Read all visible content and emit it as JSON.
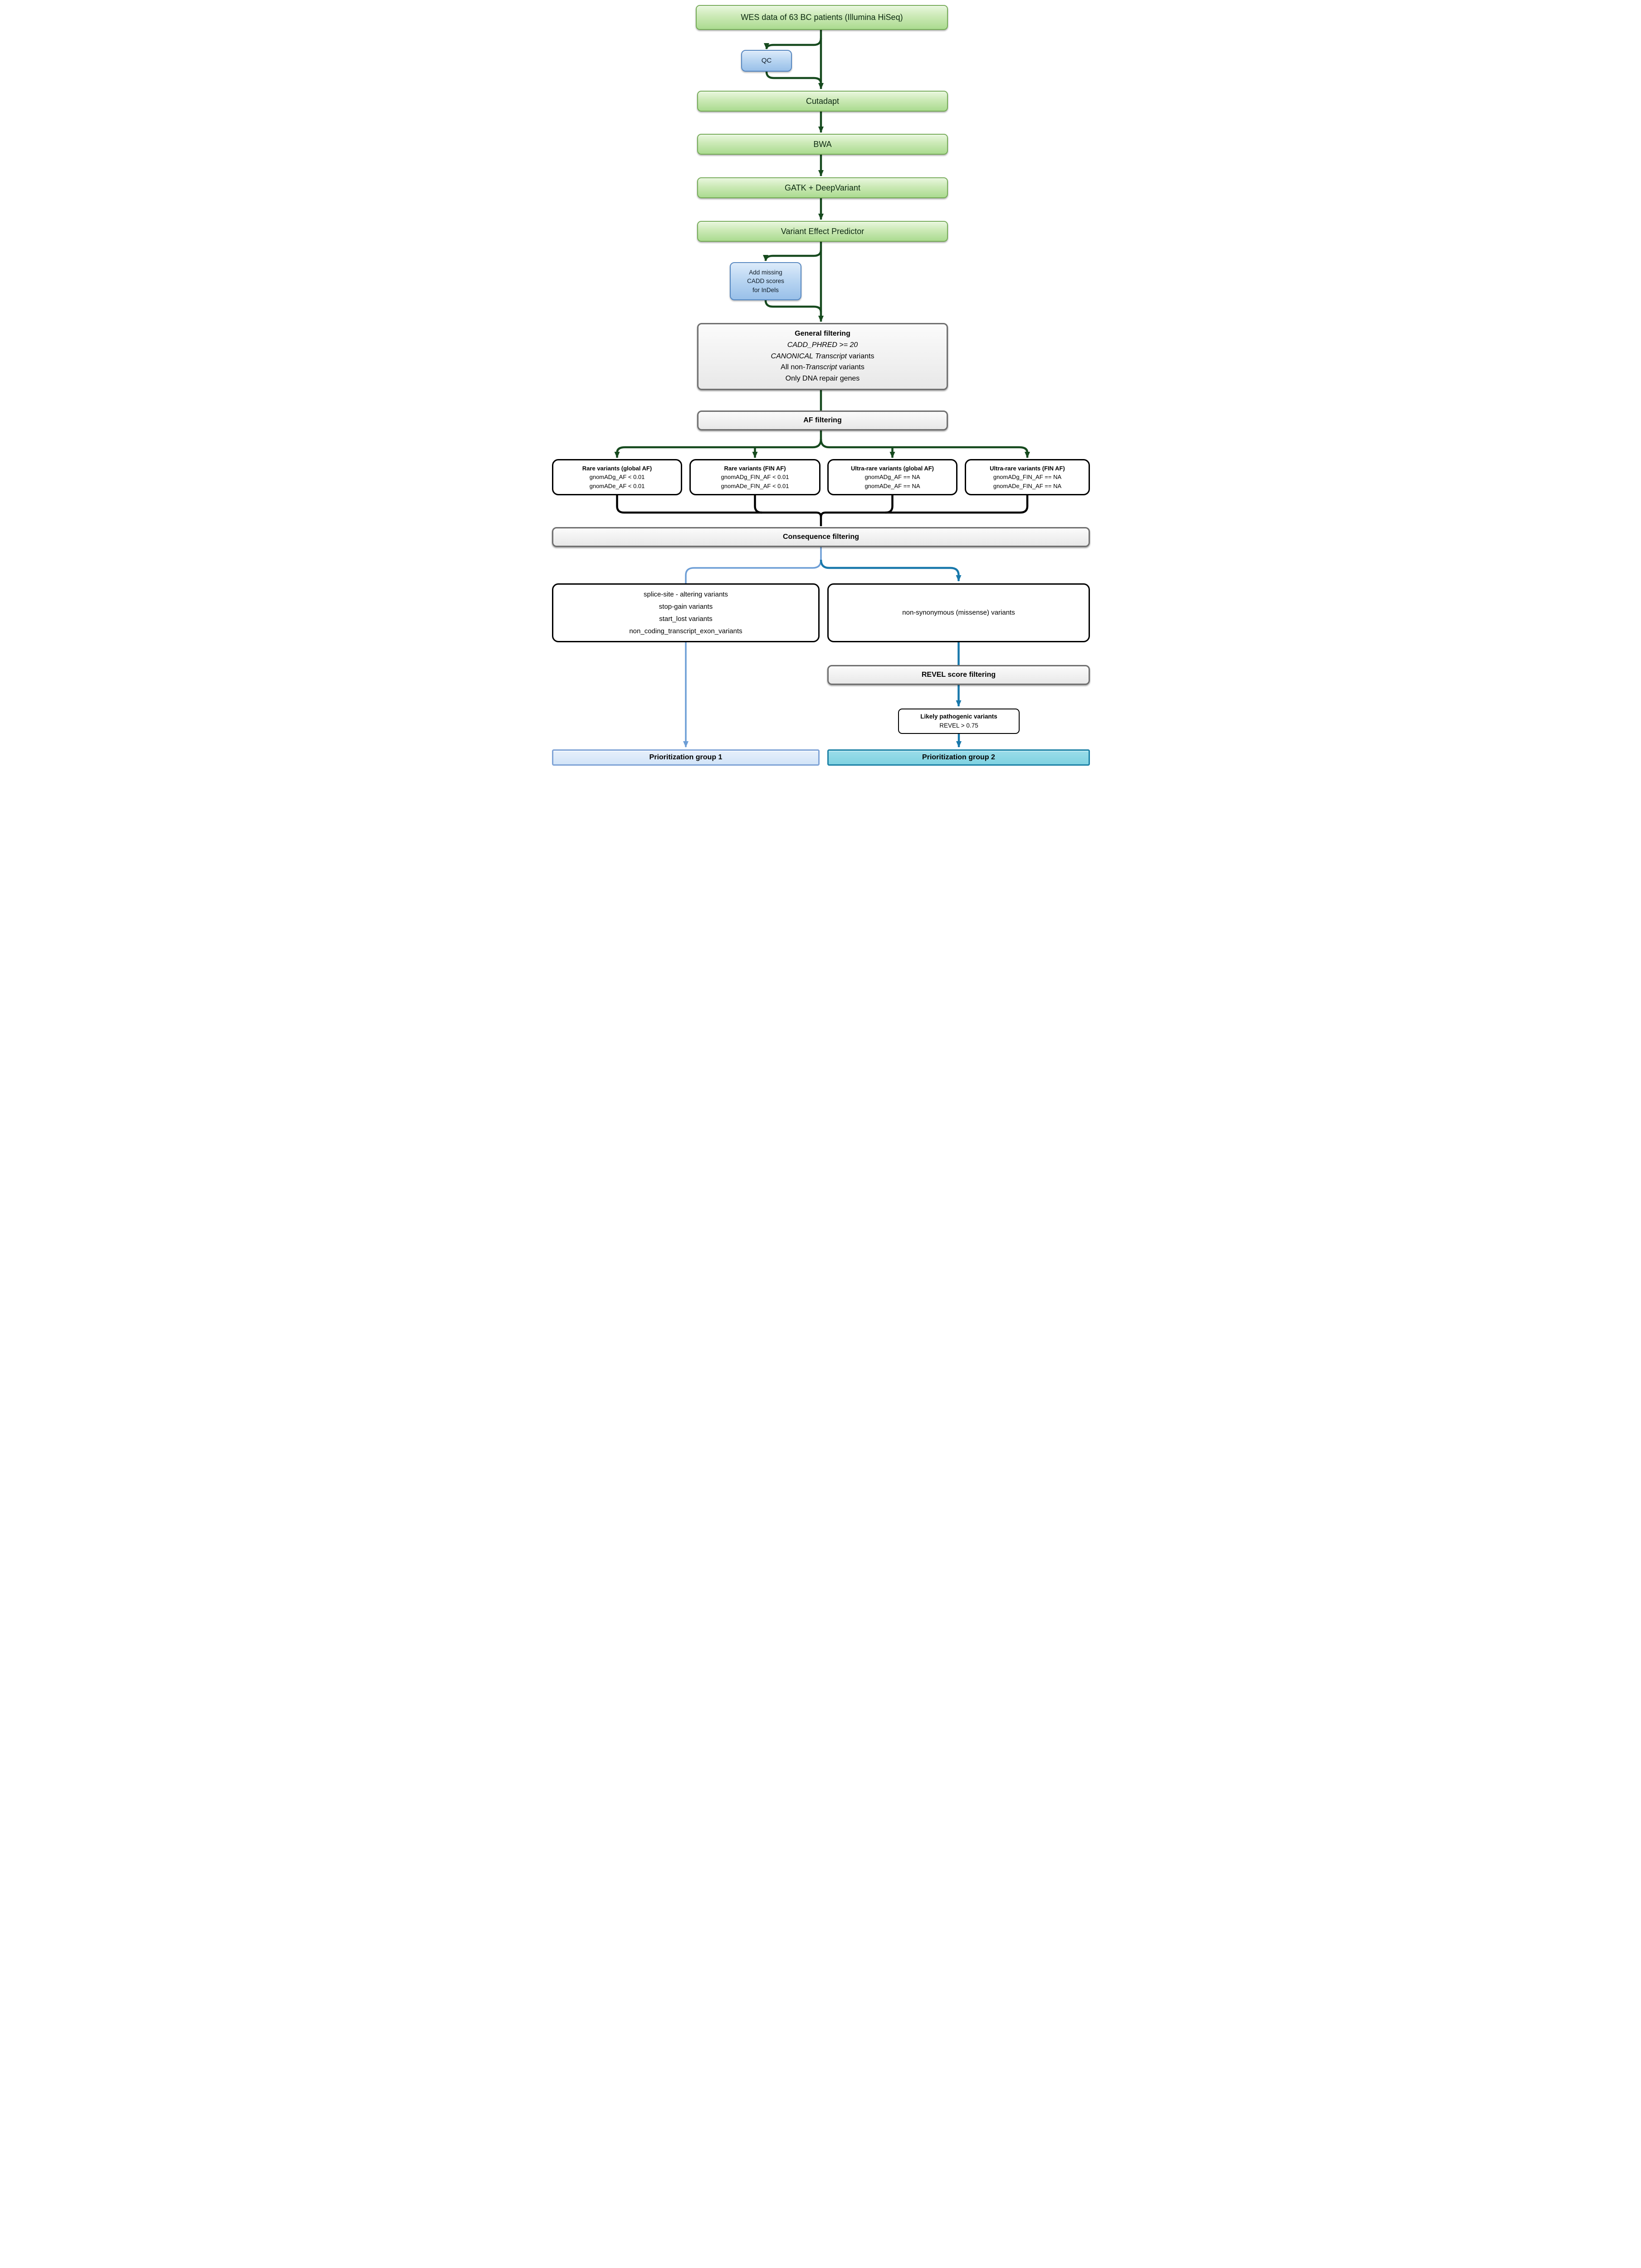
{
  "pipeline": {
    "wes": "WES data of 63 BC patients (Illumina HiSeq)",
    "qc": "QC",
    "cutadapt": "Cutadapt",
    "bwa": "BWA",
    "gatk": "GATK + DeepVariant",
    "vep": "Variant Effect Predictor",
    "cadd_line1": "Add missing",
    "cadd_line2": "CADD scores",
    "cadd_line3": "for InDels"
  },
  "general_filtering": {
    "title": "General filtering",
    "line1": "CADD_PHRED >= 20",
    "line2_italic": "CANONICAL Transcript",
    "line2_rest": "variants",
    "line3_pre": "All non-",
    "line3_italic": "Transcript",
    "line3_rest": "variants",
    "line4": "Only DNA repair genes"
  },
  "af_filtering": {
    "title": "AF filtering"
  },
  "af_branches": [
    {
      "title": "Rare variants (global AF)",
      "line1": "gnomADg_AF < 0.01",
      "line2": "gnomADe_AF < 0.01"
    },
    {
      "title": "Rare variants (FIN AF)",
      "line1": "gnomADg_FIN_AF < 0.01",
      "line2": "gnomADe_FIN_AF < 0.01"
    },
    {
      "title": "Ultra-rare variants (global AF)",
      "line1": "gnomADg_AF == NA",
      "line2": "gnomADe_AF == NA"
    },
    {
      "title": "Ultra-rare variants (FIN AF)",
      "line1": "gnomADg_FIN_AF == NA",
      "line2": "gnomADe_FIN_AF == NA"
    }
  ],
  "consequence_filtering": {
    "title": "Consequence filtering"
  },
  "splice_box": {
    "line1": "splice-site - altering variants",
    "line2": "stop-gain variants",
    "line3": "start_lost variants",
    "line4": "non_coding_transcript_exon_variants"
  },
  "missense_box": {
    "line": "non-synonymous (missense) variants"
  },
  "revel_filtering": {
    "title": "REVEL score filtering"
  },
  "likely_pathogenic": {
    "title": "Likely pathogenic variants",
    "line": "REVEL > 0.75"
  },
  "outputs": {
    "group1": "Prioritization group 1",
    "group2": "Prioritization group 2"
  },
  "colors": {
    "green_node_fill": "#cdeab8",
    "green_node_border": "#76ac58",
    "blue_node_fill": "#b7d4f1",
    "blue_node_border": "#5587c1",
    "gray_node_fill": "#ededed",
    "gray_node_border": "#6f6f6f",
    "white_node_border": "#000000",
    "arrow_dark_green": "#164a1e",
    "arrow_black": "#000000",
    "arrow_light_blue": "#6d9ed6",
    "arrow_teal": "#1878ab",
    "group1_fill": "#d9e8f8",
    "group1_border": "#7fa3d6",
    "group2_fill": "#8ad6e4",
    "group2_border": "#1d81a6"
  }
}
